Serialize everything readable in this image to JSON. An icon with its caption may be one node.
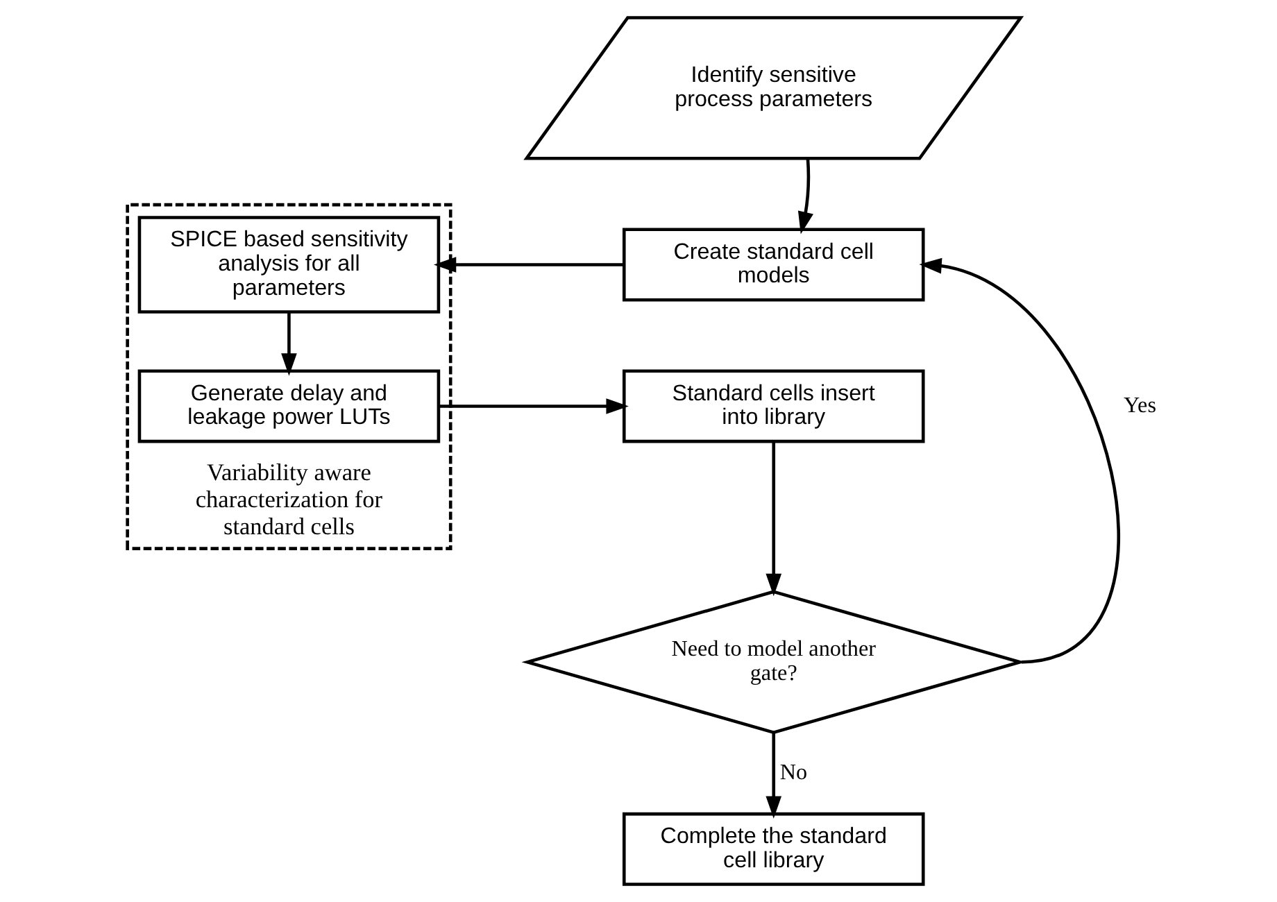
{
  "diagram": {
    "nodes": [
      {
        "text": [
          "Variability aware characterization for standard cells"
        ]
      },
      {
        "text": [
          "Identify sensitive process parameters"
        ]
      },
      {
        "text": [
          "Create standard cell models"
        ]
      },
      {
        "text": [
          "SPICE based sensitivity analysis for all parameters"
        ],
        "in": 0
      },
      {
        "text": [
          "Generate delay and leakage power LUTs"
        ],
        "in": 0
      },
      {
        "text": [
          "Standard cells insert into library"
        ]
      },
      {
        "text": [
          "Need to model another gate?"
        ]
      },
      {
        "text": [
          "Complete the standard cell library"
        ]
      }
    ],
    "edges": [
      {
        "from": 1,
        "to": 2,
        "arrow": "to"
      },
      {
        "from": 2,
        "to": 3,
        "arrow": "to"
      },
      {
        "from": 3,
        "to": 4,
        "arrow": "to"
      },
      {
        "from": 4,
        "to": 5,
        "arrow": "to"
      },
      {
        "from": 5,
        "to": 6,
        "arrow": "to"
      },
      {
        "from": 6,
        "to": 2,
        "label": "Yes",
        "arrow": "to"
      },
      {
        "from": 6,
        "to": 7,
        "label": "No",
        "arrow": "to"
      }
    ]
  }
}
